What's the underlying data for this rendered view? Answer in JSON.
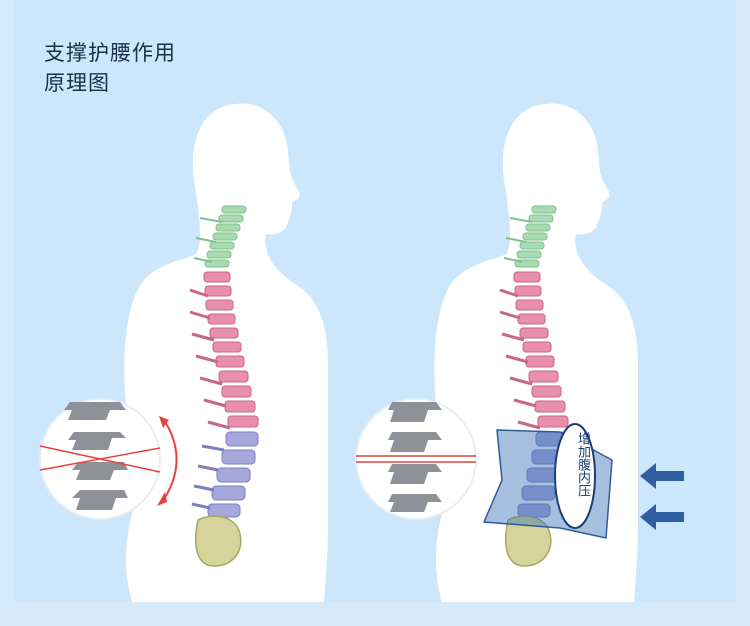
{
  "title": {
    "line1": "支撑护腰作用",
    "line2": "原理图"
  },
  "brace_label": "增加腹内压",
  "colors": {
    "background": "#cce7fb",
    "body": "#ffffff",
    "cervical": "#a8dcb0",
    "thoracic": "#e88fab",
    "lumbar": "#a6a8dc",
    "sacrum": "#d6d49a",
    "brace": "#3b70b6",
    "arrow": "#2f5fa1",
    "warning": "#e8403f"
  }
}
